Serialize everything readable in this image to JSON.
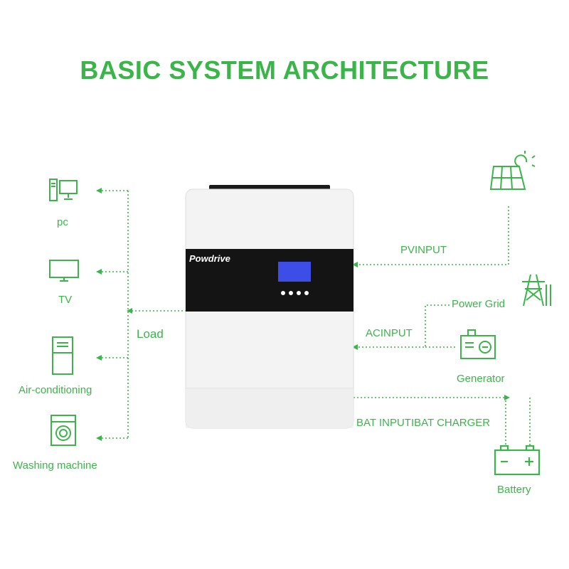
{
  "title": "BASIC SYSTEM ARCHITECTURE",
  "colors": {
    "accent": "#3bb54a",
    "panel": "#141414",
    "screen": "#3d4ee8",
    "body": "#f3f3f3"
  },
  "device": {
    "brand": "Powdrive"
  },
  "loads": {
    "heading": "Load",
    "items": [
      "pc",
      "TV",
      "Air-conditioning",
      "Washing machine"
    ]
  },
  "inputs": {
    "pv": "PVINPUT",
    "ac": "ACINPUT",
    "grid": "Power Grid",
    "generator": "Generator",
    "battery_link": "BAT INPUTIBAT CHARGER",
    "battery": "Battery"
  },
  "icons": [
    "computer-icon",
    "tv-icon",
    "air-conditioner-icon",
    "washing-machine-icon",
    "solar-panel-icon",
    "power-tower-icon",
    "generator-icon",
    "battery-icon"
  ]
}
